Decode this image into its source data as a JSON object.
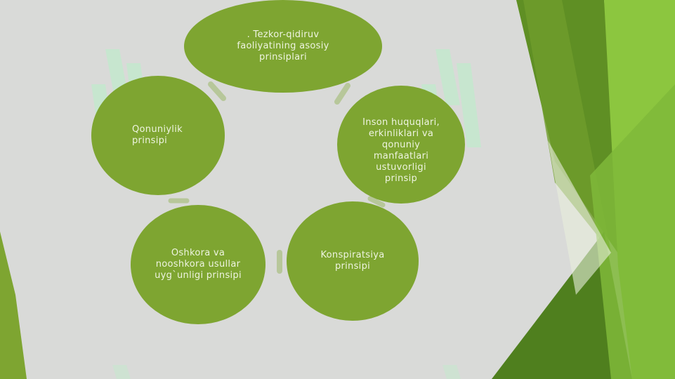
{
  "diagram": {
    "center_title_lines": [
      ". Tezkor-qidiruv",
      "faoliyatining asosiy",
      "prinsiplari"
    ],
    "nodes": [
      {
        "id": "legality",
        "lines": [
          "Qonuniylik",
          "prinsipi"
        ]
      },
      {
        "id": "human-rights",
        "lines": [
          "Inson huquqlari,",
          "erkinliklari va",
          "qonuniy",
          "manfaatlari",
          "ustuvorligi",
          "prinsip"
        ]
      },
      {
        "id": "conspiracy",
        "lines": [
          "Konspiratsiya",
          "prinsipi"
        ]
      },
      {
        "id": "methods",
        "lines": [
          "Oshkora va",
          "nooshkora usullar",
          "uyg`unligi prinsipi"
        ]
      }
    ]
  },
  "colors": {
    "background": "#d9dad8",
    "node_fill": "#7ea531",
    "node_text": "#eef4e0",
    "arrow": "#b7c79a",
    "accent_dark": "#4f7f1e",
    "accent_light": "#8cc63f",
    "watermark": "#b9f0c9"
  },
  "watermark_text": "SOFT"
}
